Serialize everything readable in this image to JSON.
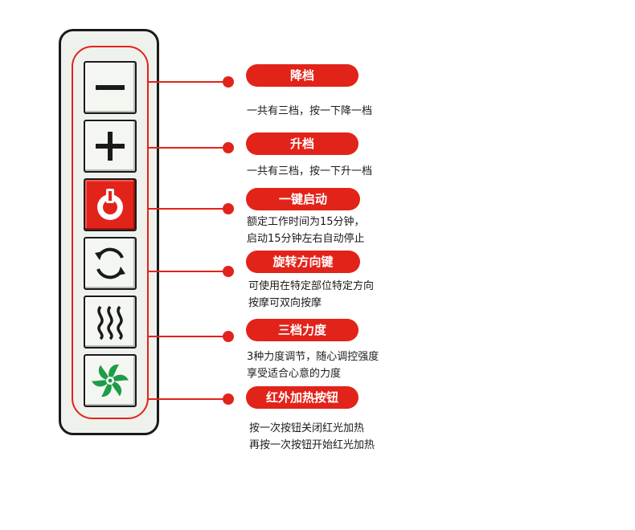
{
  "colors": {
    "accent": "#e2231a",
    "panel_border": "#1a1a1a",
    "panel_fill": "#eef1ec",
    "fan_green": "#1e9c48"
  },
  "controls": [
    {
      "icon": "minus-icon",
      "title": "降档",
      "lines": [
        "一共有三档，按一下降一档"
      ]
    },
    {
      "icon": "plus-icon",
      "title": "升档",
      "lines": [
        "一共有三档，按一下升一档"
      ]
    },
    {
      "icon": "power-icon",
      "title": "一键启动",
      "lines": [
        "额定工作时间为15分钟，",
        "启动15分钟左右自动停止"
      ]
    },
    {
      "icon": "rotate-icon",
      "title": "旋转方向键",
      "lines": [
        "可使用在特定部位特定方向",
        "按摩可双向按摩"
      ]
    },
    {
      "icon": "heat-icon",
      "title": "三档力度",
      "lines": [
        "3种力度调节，随心调控强度",
        "享受适合心意的力度"
      ]
    },
    {
      "icon": "fan-icon",
      "title": "红外加热按钮",
      "lines": [
        "按一次按钮关闭红光加热",
        "再按一次按钮开始红光加热"
      ]
    }
  ]
}
